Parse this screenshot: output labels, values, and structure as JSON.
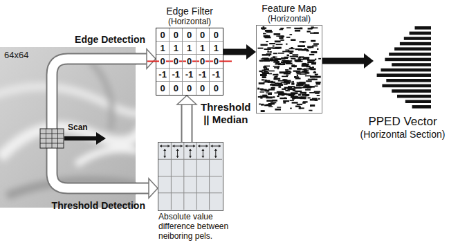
{
  "diagram": {
    "nodes": [
      {
        "text": [
          "64x64"
        ]
      },
      {
        "text": [
          "Edge Filter",
          "(Horizontal)"
        ]
      },
      {
        "text": [
          "Feature Map",
          "(Horizontal)"
        ]
      },
      {
        "text": [
          "PPED Vector",
          "(Horizontal Section)"
        ]
      },
      {
        "text": [
          "Absolute value difference between neiboring pels."
        ]
      }
    ],
    "edges": [
      {
        "from": 0,
        "to": 1,
        "label": "Edge Detection",
        "arrow": "to"
      },
      {
        "from": 0,
        "to": 4,
        "label": "Threshold Detection",
        "arrow": "to"
      },
      {
        "from": 4,
        "to": 1,
        "label": "Threshold || Median",
        "arrow": "to"
      },
      {
        "from": 1,
        "to": 2,
        "arrow": "to"
      },
      {
        "from": 2,
        "to": 3,
        "arrow": "to"
      }
    ],
    "labels": [
      "0",
      "0",
      "0",
      "0",
      "0",
      "1",
      "1",
      "1",
      "1",
      "1",
      "0",
      "0",
      "0",
      "0",
      "0",
      "-1",
      "-1",
      "-1",
      "-1",
      "-1",
      "0",
      "0",
      "0",
      "0",
      "0",
      "Scan"
    ]
  }
}
